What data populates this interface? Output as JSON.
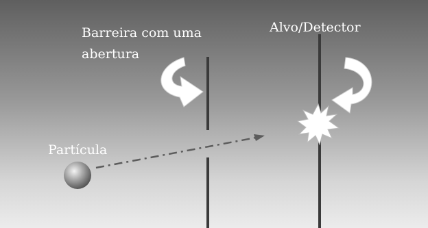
{
  "labels": {
    "barrier_line1": "Barreira com uma",
    "barrier_line2": "abertura",
    "target": "Alvo/Detector",
    "particle": "Partícula"
  },
  "icons": [
    "curved-arrow-icon",
    "impact-flash-icon"
  ],
  "colors": {
    "background_top": "#5f5f5f",
    "background_bottom": "#ebebeb",
    "label": "#ffffff",
    "barrier": "#3a3a3a",
    "trajectory": "#5c5c5c",
    "arrow_fill": "#ffffff"
  }
}
